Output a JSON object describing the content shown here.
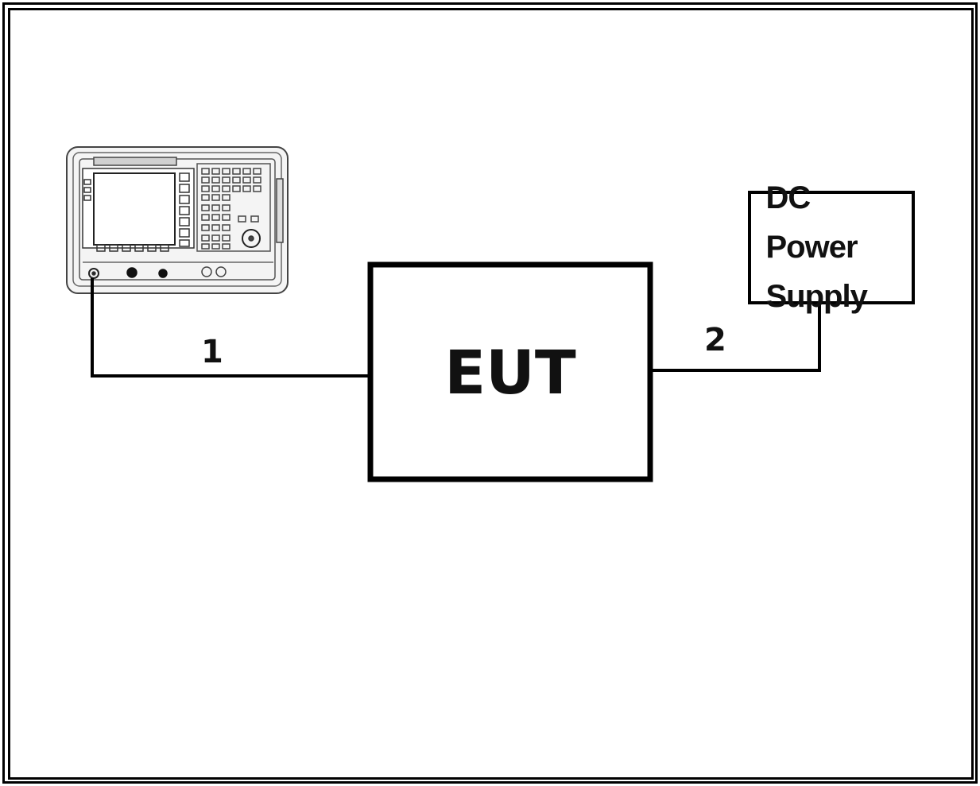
{
  "diagram": {
    "eut": {
      "label": "EUT"
    },
    "power_supply": {
      "label": "DC Power Supply"
    },
    "cables": [
      {
        "label": "1"
      },
      {
        "label": "2"
      }
    ],
    "instrument": {
      "icon": "spectrum-analyzer-icon"
    },
    "colors": {
      "line": "#000000",
      "background": "#ffffff"
    }
  }
}
